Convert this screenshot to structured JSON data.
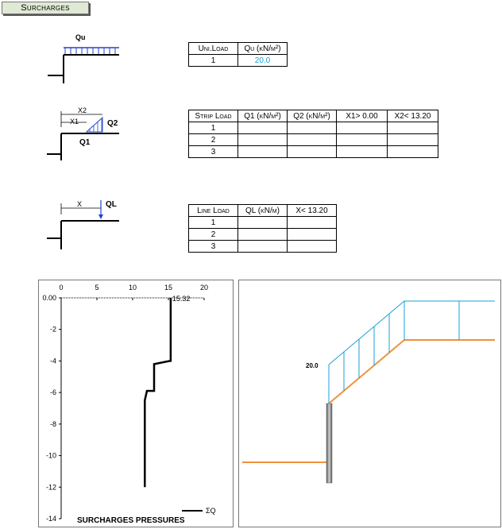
{
  "header": {
    "tab_label": "Surcharges"
  },
  "diagrams": {
    "uniform": {
      "label": "Qu"
    },
    "strip": {
      "x2_label": "X2",
      "x1_label": "X1",
      "q2_label": "Q2",
      "q1_label": "Q1"
    },
    "line": {
      "x_label": "X",
      "ql_label": "QL"
    }
  },
  "uni_table": {
    "headers": [
      "Uni.Load",
      "Qu (kN/m²)"
    ],
    "rows": [
      {
        "index": "1",
        "qu": "20.0"
      }
    ]
  },
  "strip_table": {
    "headers": [
      "Strip Load",
      "Q1 (kN/m²)",
      "Q2 (kN/m²)",
      "X1> 0.00",
      "X2< 13.20"
    ],
    "rows": [
      {
        "index": "1"
      },
      {
        "index": "2"
      },
      {
        "index": "3"
      }
    ]
  },
  "line_table": {
    "headers": [
      "Line Load",
      "QL (kN/m)",
      "X< 13.20"
    ],
    "rows": [
      {
        "index": "1"
      },
      {
        "index": "2"
      },
      {
        "index": "3"
      }
    ]
  },
  "chart_data": {
    "type": "line",
    "title": "SURCHARGES PRESSURES",
    "x_ticks": [
      "0",
      "5",
      "10",
      "15",
      "20"
    ],
    "y_ticks": [
      "0.00",
      "-2",
      "-4",
      "-6",
      "-8",
      "-10",
      "-12",
      "-14"
    ],
    "xlim": [
      0,
      20
    ],
    "ylim": [
      -14,
      0
    ],
    "series": [
      {
        "name": "ΣQ",
        "color": "#000000",
        "x": [
          15.32,
          15.32,
          15.2,
          13.0,
          13.0,
          12.0,
          11.7,
          11.7
        ],
        "y": [
          0,
          -4.0,
          -4.0,
          -4.2,
          -5.9,
          -5.9,
          -6.5,
          -12.0
        ]
      }
    ],
    "annotations": [
      {
        "text": "15.32"
      }
    ],
    "zero_overlap_label": "0.00",
    "grid": false,
    "legend": "bottom-right"
  },
  "section_view": {
    "load_label": "20.0",
    "load_color": "#1aa0d8",
    "ground_color": "#f0913a",
    "wall_color": "#8c8c8c"
  }
}
